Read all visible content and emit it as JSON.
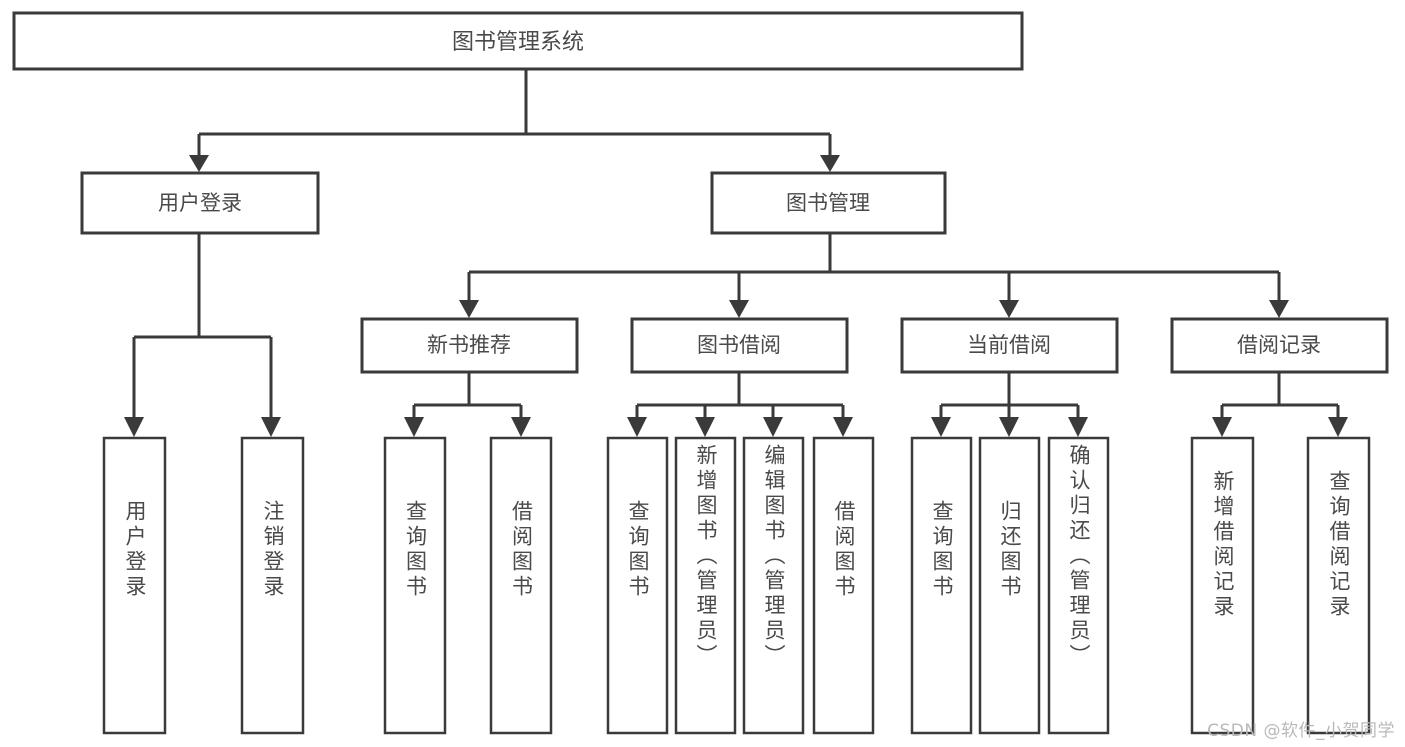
{
  "diagram": {
    "type": "tree",
    "title": "图书管理系统",
    "watermark": "CSDN @软件_小贺同学",
    "colors": {
      "stroke": "#3a3a3a",
      "text": "#4a4a4a",
      "background": "#ffffff",
      "watermark": "#b9b9b9"
    },
    "levels": {
      "root": "图书管理系统",
      "level2": [
        "用户登录",
        "图书管理"
      ],
      "level3": [
        "新书推荐",
        "图书借阅",
        "当前借阅",
        "借阅记录"
      ]
    },
    "nodes": {
      "root": "图书管理系统",
      "user_login": "用户登录",
      "book_manage": "图书管理",
      "new_book_rec": "新书推荐",
      "book_borrow": "图书借阅",
      "current_borrow": "当前借阅",
      "borrow_record": "借阅记录",
      "leaf_user_login": "用户登录",
      "leaf_logout": "注销登录",
      "leaf_query_book_1": "查询图书",
      "leaf_borrow_book_1": "借阅图书",
      "leaf_query_book_2": "查询图书",
      "leaf_add_book_admin": "新增图书（管理员）",
      "leaf_edit_book_admin": "编辑图书（管理员）",
      "leaf_borrow_book_2": "借阅图书",
      "leaf_query_book_3": "查询图书",
      "leaf_return_book": "归还图书",
      "leaf_confirm_return_admin": "确认归还（管理员）",
      "leaf_add_record": "新增借阅记录",
      "leaf_query_record": "查询借阅记录"
    },
    "edges": [
      {
        "from": "图书管理系统",
        "to": "用户登录"
      },
      {
        "from": "图书管理系统",
        "to": "图书管理"
      },
      {
        "from": "用户登录",
        "to": "用户登录"
      },
      {
        "from": "用户登录",
        "to": "注销登录"
      },
      {
        "from": "图书管理",
        "to": "新书推荐"
      },
      {
        "from": "图书管理",
        "to": "图书借阅"
      },
      {
        "from": "图书管理",
        "to": "当前借阅"
      },
      {
        "from": "图书管理",
        "to": "借阅记录"
      },
      {
        "from": "新书推荐",
        "to": "查询图书"
      },
      {
        "from": "新书推荐",
        "to": "借阅图书"
      },
      {
        "from": "图书借阅",
        "to": "查询图书"
      },
      {
        "from": "图书借阅",
        "to": "新增图书（管理员）"
      },
      {
        "from": "图书借阅",
        "to": "编辑图书（管理员）"
      },
      {
        "from": "图书借阅",
        "to": "借阅图书"
      },
      {
        "from": "当前借阅",
        "to": "查询图书"
      },
      {
        "from": "当前借阅",
        "to": "归还图书"
      },
      {
        "from": "当前借阅",
        "to": "确认归还（管理员）"
      },
      {
        "from": "借阅记录",
        "to": "新增借阅记录"
      },
      {
        "from": "借阅记录",
        "to": "查询借阅记录"
      }
    ]
  }
}
